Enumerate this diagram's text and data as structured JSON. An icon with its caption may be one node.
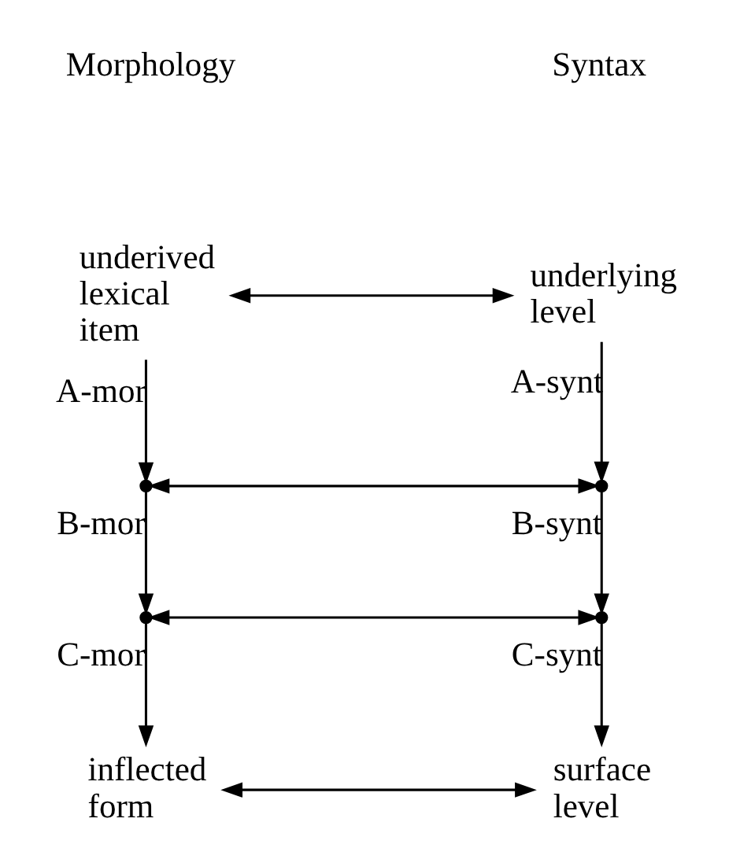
{
  "diagram": {
    "nodes": [
      {
        "text": [
          "underived lexical item"
        ]
      },
      {
        "text": [
          "underlying level"
        ]
      },
      {
        "text": [],
        "shape": "point"
      },
      {
        "text": [],
        "shape": "point"
      },
      {
        "text": [],
        "shape": "point"
      },
      {
        "text": [],
        "shape": "point"
      },
      {
        "text": [
          "inflected form"
        ]
      },
      {
        "text": [
          "surface level"
        ]
      }
    ],
    "edges": [
      {
        "from": 0,
        "to": 1,
        "arrow": "both"
      },
      {
        "from": 0,
        "to": 2,
        "arrow": "to",
        "label": "A-mor"
      },
      {
        "from": 1,
        "to": 3,
        "arrow": "to",
        "label": "A-synt"
      },
      {
        "from": 2,
        "to": 3,
        "arrow": "both"
      },
      {
        "from": 2,
        "to": 4,
        "arrow": "to",
        "label": "B-mor"
      },
      {
        "from": 3,
        "to": 5,
        "arrow": "to",
        "label": "B-synt"
      },
      {
        "from": 4,
        "to": 5,
        "arrow": "both"
      },
      {
        "from": 4,
        "to": 6,
        "arrow": "to",
        "label": "C-mor"
      },
      {
        "from": 5,
        "to": 7,
        "arrow": "to",
        "label": "C-synt"
      },
      {
        "from": 6,
        "to": 7,
        "arrow": "both"
      }
    ],
    "labels": [
      "Morphology",
      "Syntax"
    ]
  }
}
